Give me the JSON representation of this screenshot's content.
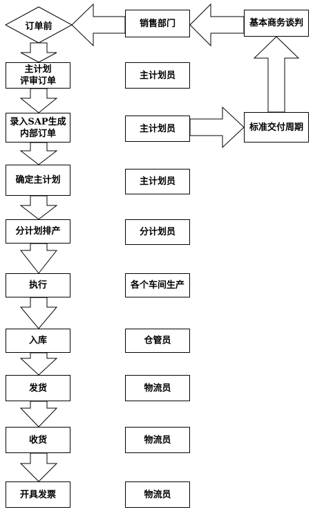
{
  "diagram": {
    "start_node": "订单前",
    "sales_dept": "销售部门",
    "business_negotiation": "基本商务谈判",
    "standard_delivery": "标准交付周期",
    "steps": [
      {
        "label": "主计划\n评审订单",
        "role": "主计划员"
      },
      {
        "label": "录入SAP生成\n内部订单",
        "role": "主计划员"
      },
      {
        "label": "确定主计划",
        "role": "主计划员"
      },
      {
        "label": "分计划排产",
        "role": "分计划员"
      },
      {
        "label": "执行",
        "role": "各个车间生产"
      },
      {
        "label": "入库",
        "role": "仓管员"
      },
      {
        "label": "发货",
        "role": "物流员"
      },
      {
        "label": "收货",
        "role": "物流员"
      },
      {
        "label": "开具发票",
        "role": "物流员"
      }
    ]
  }
}
